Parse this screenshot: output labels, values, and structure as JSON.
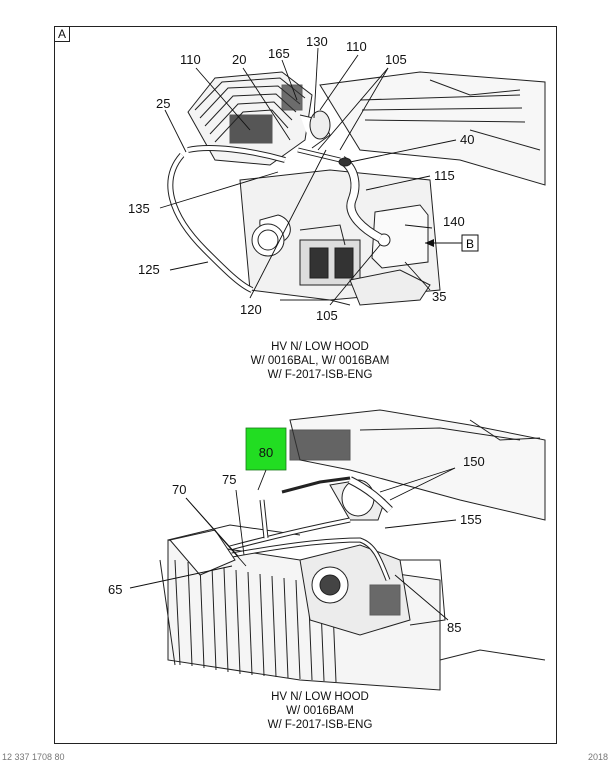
{
  "sheet_letter": "A",
  "view_ref": "B",
  "highlight_color": "#22dd22",
  "upper_view": {
    "callouts": [
      "110",
      "20",
      "165",
      "130",
      "110",
      "105",
      "25",
      "40",
      "115",
      "135",
      "140",
      "125",
      "35",
      "120",
      "105"
    ],
    "caption": [
      "HV N/ LOW HOOD",
      "W/ 0016BAL, W/ 0016BAM",
      "W/ F-2017-ISB-ENG"
    ]
  },
  "lower_view": {
    "callouts": [
      "80",
      "150",
      "70",
      "75",
      "155",
      "65",
      "85"
    ],
    "caption": [
      "HV N/ LOW HOOD",
      "W/ 0016BAM",
      "W/ F-2017-ISB-ENG"
    ]
  },
  "footer": {
    "left": "12 337 1708 80",
    "right": "2018"
  }
}
